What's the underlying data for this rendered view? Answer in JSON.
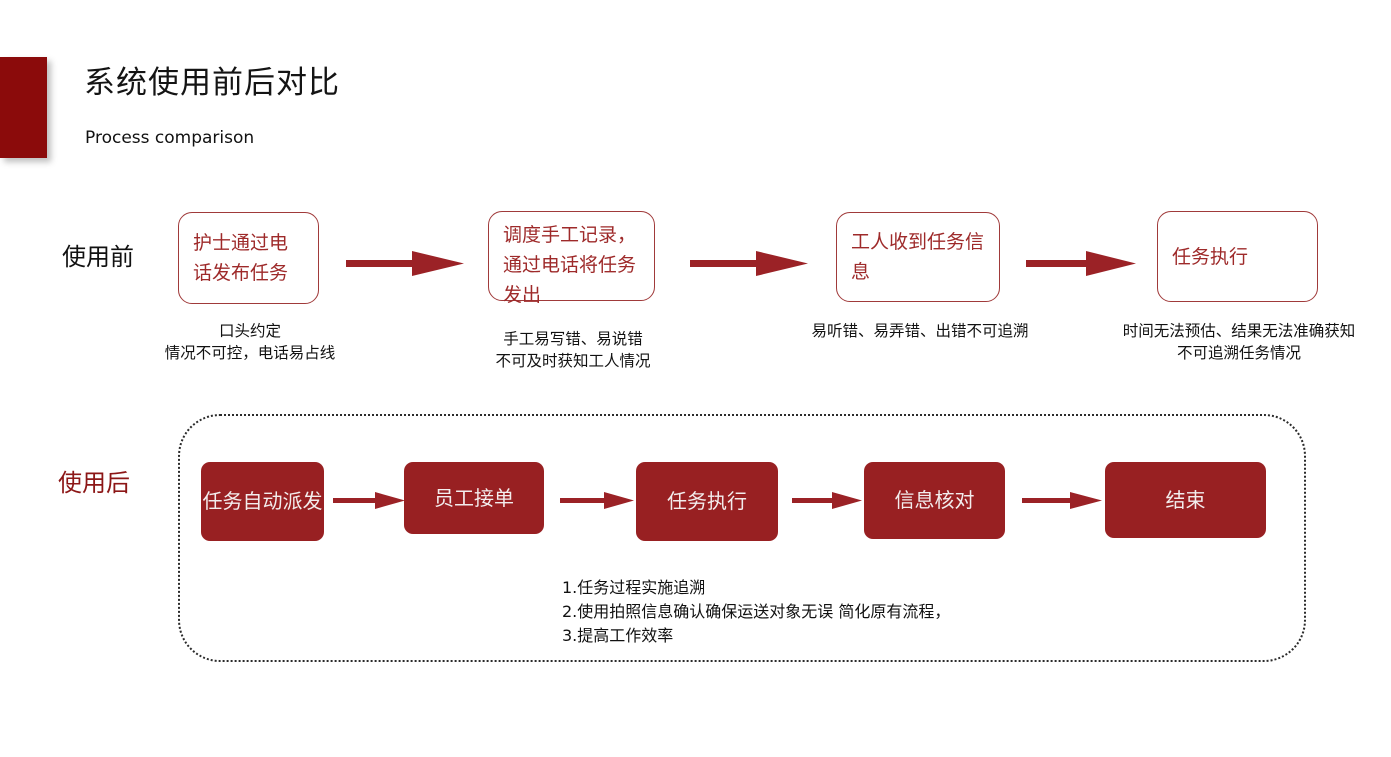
{
  "slide": {
    "title": "系统使用前后对比",
    "subtitle": "Process comparison",
    "accent_color": "#8B0B0B",
    "outline_box_color": "#9E2A2A",
    "filled_box_color": "#982022",
    "arrow_color": "#9B2226"
  },
  "before": {
    "row_label": "使用前",
    "steps": [
      {
        "label": "护士通过电话发布任务",
        "caption": "口头约定\n情况不可控，电话易占线"
      },
      {
        "label": "调度手工记录，通过电话将任务发出",
        "caption": "手工易写错、易说错\n不可及时获知工人情况"
      },
      {
        "label": "工人收到任务信息",
        "caption": "易听错、易弄错、出错不可追溯"
      },
      {
        "label": "任务执行",
        "caption": "时间无法预估、结果无法准确获知\n不可追溯任务情况"
      }
    ]
  },
  "after": {
    "row_label": "使用后",
    "steps": [
      {
        "label": "任务自动派发"
      },
      {
        "label": "员工接单"
      },
      {
        "label": "任务执行"
      },
      {
        "label": "信息核对"
      },
      {
        "label": "结束"
      }
    ],
    "notes": [
      "1.任务过程实施追溯",
      "2.使用拍照信息确认确保运送对象无误  简化原有流程，",
      "3.提高工作效率"
    ]
  }
}
